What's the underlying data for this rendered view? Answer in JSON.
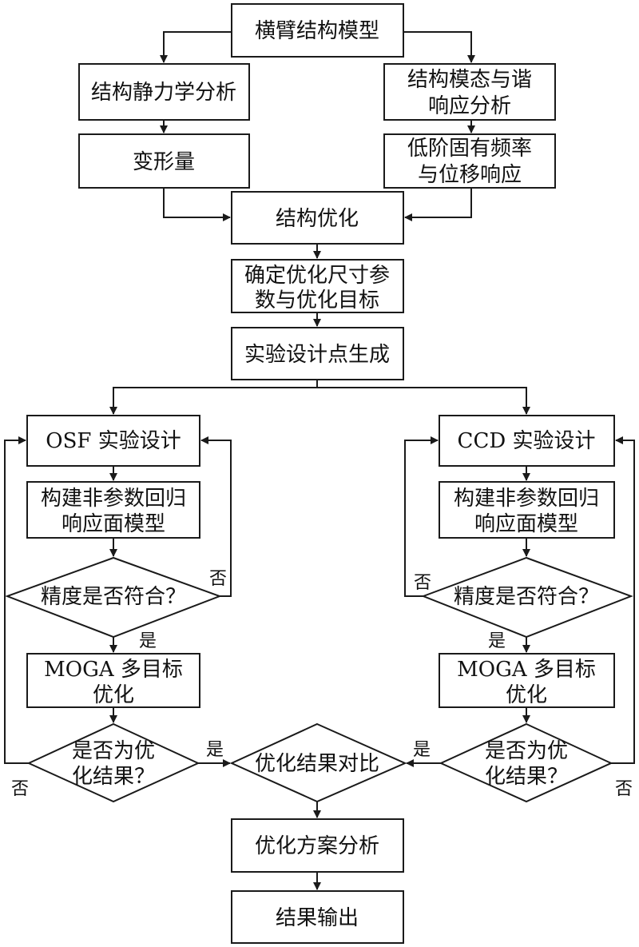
{
  "nodes": {
    "model": "横臂结构模型",
    "static_analysis": "结构静力学分析",
    "modal_line1": "结构模态与谐",
    "modal_line2": "响应分析",
    "deformation": "变形量",
    "freq_line1": "低阶固有频率",
    "freq_line2": "与位移响应",
    "struct_opt": "结构优化",
    "params_line1": "确定优化尺寸参",
    "params_line2": "数与优化目标",
    "doe": "实验设计点生成",
    "osf_design": "OSF 实验设计",
    "ccd_design": "CCD 实验设计",
    "surface_line1": "构建非参数回归",
    "surface_line2": "响应面模型",
    "accuracy_check": "精度是否符合？",
    "moga_line1": "MOGA 多目标",
    "moga_line2": "优化",
    "is_opt_line1": "是否为优",
    "is_opt_line2": "化结果？",
    "compare": "优化结果对比",
    "scheme": "优化方案分析",
    "output": "结果输出"
  },
  "labels": {
    "yes": "是",
    "no": "否"
  }
}
